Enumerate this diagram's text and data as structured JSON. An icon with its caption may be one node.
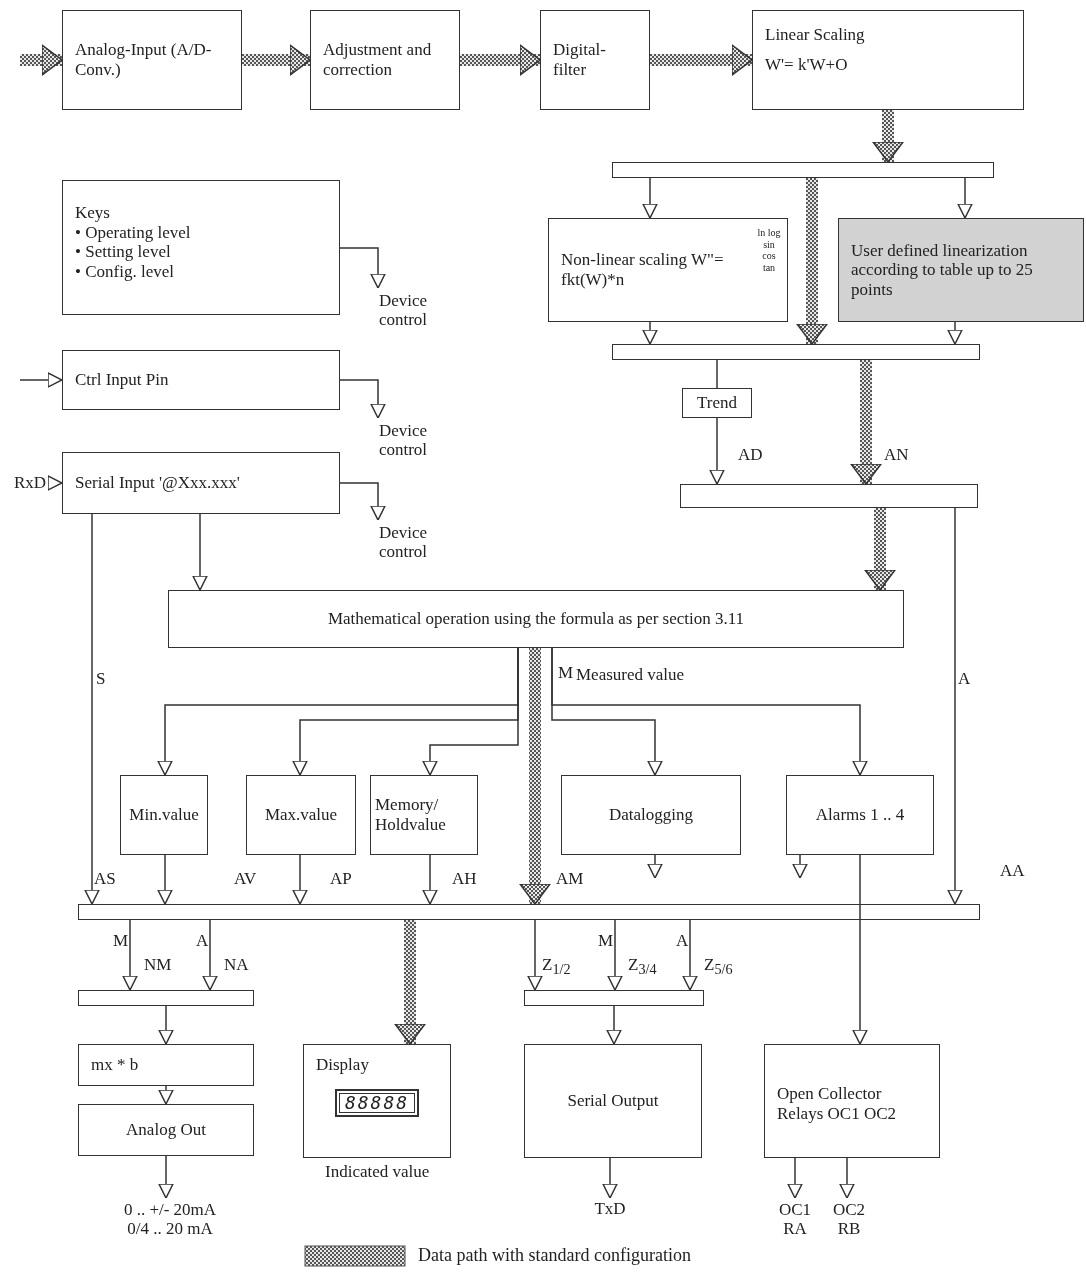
{
  "diagram": {
    "nodes": [
      {
        "text": [
          "Analog-Input (A/D-Conv.)"
        ]
      },
      {
        "text": [
          "Adjustment and correction"
        ]
      },
      {
        "text": [
          "Digital-filter"
        ]
      },
      {
        "text": [
          "Linear Scaling",
          "W'= k'W+O"
        ]
      },
      {
        "text": [],
        "shape": "bar"
      },
      {
        "text": [
          "Non-linear scaling W\"= fkt(W)*n",
          "ln log sin cos tan"
        ]
      },
      {
        "text": [
          "User defined linearization according to table up to 25 points"
        ]
      },
      {
        "text": [],
        "shape": "bar"
      },
      {
        "text": [
          "Trend"
        ]
      },
      {
        "text": [],
        "shape": "bar"
      },
      {
        "text": [
          "Keys",
          "• Operating level",
          "• Setting level",
          "• Config. level"
        ]
      },
      {
        "text": [
          "Device control"
        ]
      },
      {
        "text": [
          "Ctrl Input Pin"
        ]
      },
      {
        "text": [
          "Device control"
        ]
      },
      {
        "text": [
          "Serial Input '@Xxx.xxx'"
        ]
      },
      {
        "text": [
          "Device control"
        ]
      },
      {
        "text": [
          "Mathematical operation using the formula as per section 3.11"
        ]
      },
      {
        "text": [
          "RxD"
        ]
      },
      {
        "text": [
          "Min.value"
        ]
      },
      {
        "text": [
          "Max.value"
        ]
      },
      {
        "text": [
          "Memory/ Holdvalue"
        ]
      },
      {
        "text": [
          "Datalogging"
        ]
      },
      {
        "text": [
          "Alarms 1 .. 4"
        ]
      },
      {
        "text": [],
        "shape": "bar"
      },
      {
        "text": [],
        "shape": "bar"
      },
      {
        "text": [
          "mx * b"
        ]
      },
      {
        "text": [
          "Analog Out"
        ]
      },
      {
        "text": [
          "0 .. +/- 20mA",
          "0/4 .. 20 mA"
        ]
      },
      {
        "text": [
          "Display",
          "88888"
        ],
        "beside": [
          "Indicated value"
        ]
      },
      {
        "text": [],
        "shape": "bar"
      },
      {
        "text": [
          "Serial Output"
        ]
      },
      {
        "text": [
          "TxD"
        ]
      },
      {
        "text": [
          "Open Collector Relays OC1 OC2"
        ]
      },
      {
        "text": [
          "OC1 RA"
        ]
      },
      {
        "text": [
          "OC2 RB"
        ]
      }
    ],
    "edges": [
      {
        "from": null,
        "to": 0,
        "arrow": "to",
        "style": "thick"
      },
      {
        "from": 0,
        "to": 1,
        "arrow": "to",
        "style": "thick"
      },
      {
        "from": 1,
        "to": 2,
        "arrow": "to",
        "style": "thick"
      },
      {
        "from": 2,
        "to": 3,
        "arrow": "to",
        "style": "thick"
      },
      {
        "from": 3,
        "to": 4,
        "arrow": "to",
        "style": "thick"
      },
      {
        "from": 4,
        "to": 5,
        "arrow": "to"
      },
      {
        "from": 4,
        "to": 6,
        "arrow": "to"
      },
      {
        "from": 4,
        "to": 7,
        "arrow": "to",
        "style": "thick"
      },
      {
        "from": 5,
        "to": 7,
        "arrow": "to"
      },
      {
        "from": 6,
        "to": 7,
        "arrow": "to"
      },
      {
        "from": 7,
        "to": 8,
        "arrow": "none"
      },
      {
        "from": 8,
        "to": 9,
        "arrow": "to",
        "label": "AD"
      },
      {
        "from": 7,
        "to": 9,
        "arrow": "to",
        "label": "AN",
        "style": "thick"
      },
      {
        "from": 9,
        "to": 16,
        "arrow": "to",
        "style": "thick"
      },
      {
        "from": 10,
        "to": 11,
        "arrow": "to"
      },
      {
        "from": 12,
        "to": 13,
        "arrow": "to"
      },
      {
        "from": 14,
        "to": 15,
        "arrow": "to"
      },
      {
        "from": 17,
        "to": 14,
        "arrow": "to"
      },
      {
        "from": null,
        "to": 12,
        "arrow": "to"
      },
      {
        "from": 14,
        "to": 16,
        "arrow": "to"
      },
      {
        "from": 14,
        "to": 23,
        "arrow": "to",
        "label": "S"
      },
      {
        "from": 9,
        "to": 23,
        "arrow": "to",
        "label": "A"
      },
      {
        "from": 16,
        "to": 23,
        "arrow": "to",
        "label": "AM",
        "style": "thick"
      },
      {
        "from": 16,
        "to": 18,
        "arrow": "to"
      },
      {
        "from": 16,
        "to": 19,
        "arrow": "to"
      },
      {
        "from": 16,
        "to": 20,
        "arrow": "to"
      },
      {
        "from": 16,
        "to": 21,
        "arrow": "to"
      },
      {
        "from": 16,
        "to": 22,
        "arrow": "to"
      },
      {
        "from": 18,
        "to": 23,
        "arrow": "to",
        "label": "AV"
      },
      {
        "from": 19,
        "to": 23,
        "arrow": "to",
        "label": "AP"
      },
      {
        "from": 20,
        "to": 23,
        "arrow": "to",
        "label": "AH"
      },
      {
        "from": 21,
        "to": null,
        "arrow": "to"
      },
      {
        "from": 22,
        "to": null,
        "arrow": "to"
      },
      {
        "from": 22,
        "to": 32,
        "arrow": "to"
      },
      {
        "from": 23,
        "to": 28,
        "arrow": "to",
        "style": "thick"
      },
      {
        "from": 23,
        "to": 24,
        "arrow": "to",
        "label": "M"
      },
      {
        "from": 23,
        "to": 24,
        "arrow": "to",
        "label": "A"
      },
      {
        "from": 23,
        "to": 29,
        "arrow": "to"
      },
      {
        "from": 23,
        "to": 29,
        "arrow": "to",
        "label": "M"
      },
      {
        "from": 23,
        "to": 29,
        "arrow": "to",
        "label": "A"
      },
      {
        "from": 24,
        "to": 25,
        "arrow": "to"
      },
      {
        "from": 25,
        "to": 26,
        "arrow": "to"
      },
      {
        "from": 26,
        "to": 27,
        "arrow": "to"
      },
      {
        "from": 29,
        "to": 30,
        "arrow": "to"
      },
      {
        "from": 30,
        "to": 31,
        "arrow": "to"
      },
      {
        "from": 32,
        "to": 33,
        "arrow": "to"
      },
      {
        "from": 32,
        "to": 34,
        "arrow": "to"
      }
    ],
    "labels": [
      "M",
      "Measured value",
      "AS",
      "AA",
      "NM",
      "NA",
      "Z$_{1/2}$",
      "Z$_{3/4}$",
      "Z$_{5/6}$"
    ],
    "legend": [
      {
        "text": "Data path with standard configuration"
      }
    ]
  }
}
